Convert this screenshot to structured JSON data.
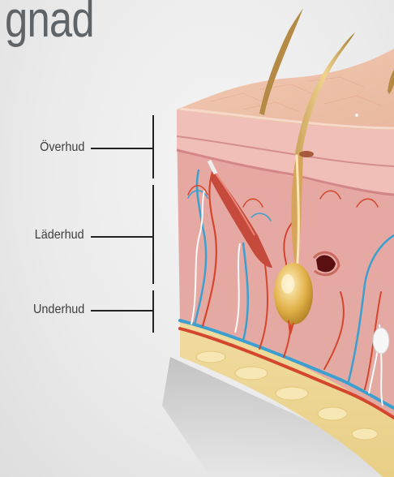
{
  "header": {
    "title_fragment": "gnad"
  },
  "layers": [
    {
      "id": "epidermis",
      "label": "Överhud"
    },
    {
      "id": "dermis",
      "label": "Läderhud"
    },
    {
      "id": "hypodermis",
      "label": "Underhud"
    }
  ]
}
